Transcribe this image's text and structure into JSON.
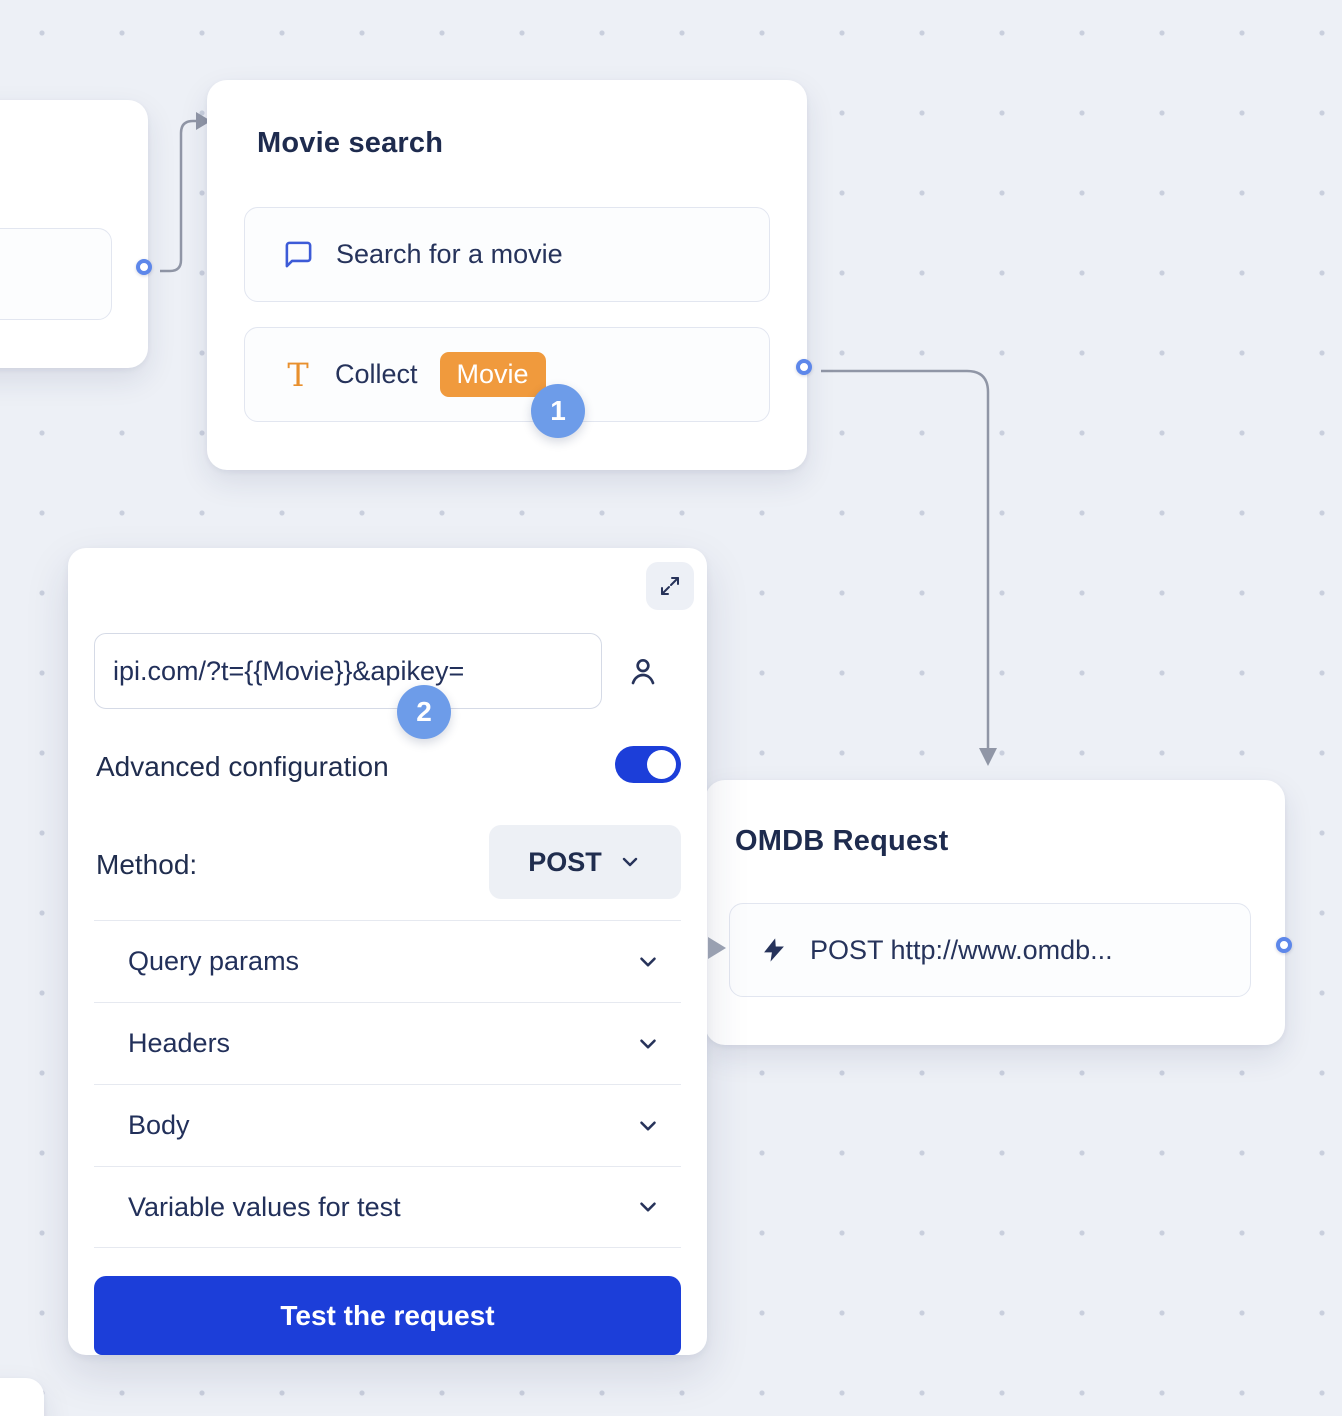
{
  "canvas": {
    "background": "#edf0f6",
    "dot_color": "#c9cfdd"
  },
  "nodes": {
    "movie_search": {
      "title": "Movie search",
      "rows": [
        {
          "icon": "chat-bubble-icon",
          "label": "Search for a movie"
        },
        {
          "icon": "text-input-icon",
          "icon_glyph": "T",
          "label": "Collect",
          "variable_badge": "Movie"
        }
      ]
    },
    "omdb_request": {
      "title": "OMDB Request",
      "row": {
        "icon": "lightning-icon",
        "label": "POST http://www.omdb..."
      }
    }
  },
  "config_panel": {
    "url_input": {
      "value": "ipi.com/?t={{Movie}}&apikey="
    },
    "advanced_configuration_label": "Advanced configuration",
    "advanced_configuration_enabled": true,
    "method_label": "Method:",
    "method_value": "POST",
    "sections": [
      "Query params",
      "Headers",
      "Body",
      "Variable values for test"
    ],
    "test_button_label": "Test the request"
  },
  "step_badges": {
    "one": "1",
    "two": "2"
  },
  "colors": {
    "primary_blue": "#1c3ed9",
    "badge_blue": "#6d9ce9",
    "variable_orange": "#f09a3d",
    "port_blue": "#5d87ea",
    "connector_gray": "#9096a6",
    "text_navy": "#202d4e"
  }
}
